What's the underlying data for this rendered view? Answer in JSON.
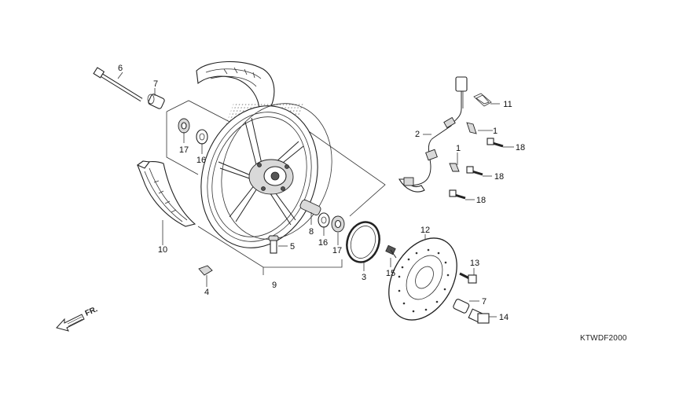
{
  "diagram": {
    "code": "KTWDF2000",
    "direction_label": "FR.",
    "callouts": {
      "p1a": "1",
      "p1b": "1",
      "p2": "2",
      "p3": "3",
      "p4": "4",
      "p5": "5",
      "p6": "6",
      "p7a": "7",
      "p7b": "7",
      "p8": "8",
      "p9": "9",
      "p10": "10",
      "p11": "11",
      "p12": "12",
      "p13": "13",
      "p14": "14",
      "p15": "15",
      "p16a": "16",
      "p16b": "16",
      "p17a": "17",
      "p17b": "17",
      "p18a": "18",
      "p18b": "18",
      "p18c": "18"
    }
  }
}
